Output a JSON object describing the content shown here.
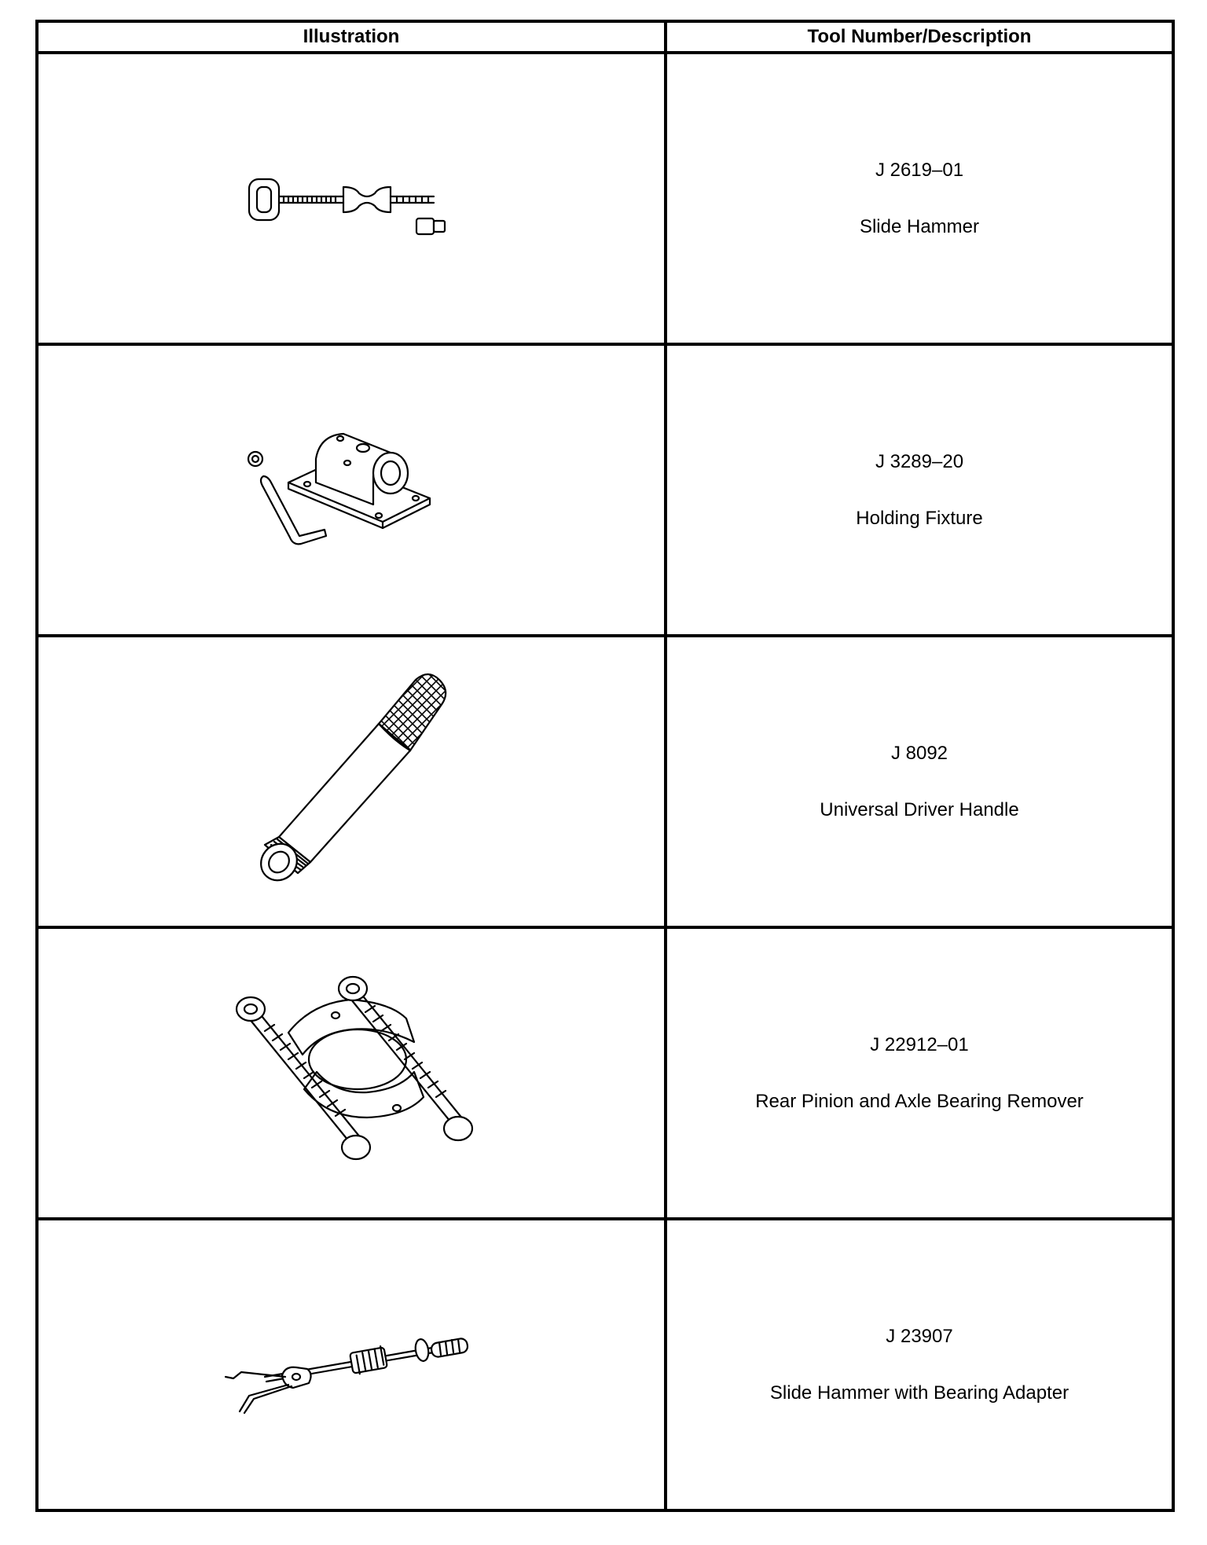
{
  "table": {
    "headers": [
      "Illustration",
      "Tool Number/Description"
    ],
    "rows": [
      {
        "tool_number": "J 2619–01",
        "description": "Slide Hammer",
        "icon": "slide-hammer-icon"
      },
      {
        "tool_number": "J 3289–20",
        "description": "Holding Fixture",
        "icon": "holding-fixture-icon"
      },
      {
        "tool_number": "J 8092",
        "description": "Universal Driver Handle",
        "icon": "driver-handle-icon"
      },
      {
        "tool_number": "J 22912–01",
        "description": "Rear Pinion and Axle Bearing Remover",
        "icon": "bearing-remover-icon"
      },
      {
        "tool_number": "J 23907",
        "description": "Slide Hammer with Bearing Adapter",
        "icon": "slide-hammer-bearing-adapter-icon"
      }
    ]
  }
}
